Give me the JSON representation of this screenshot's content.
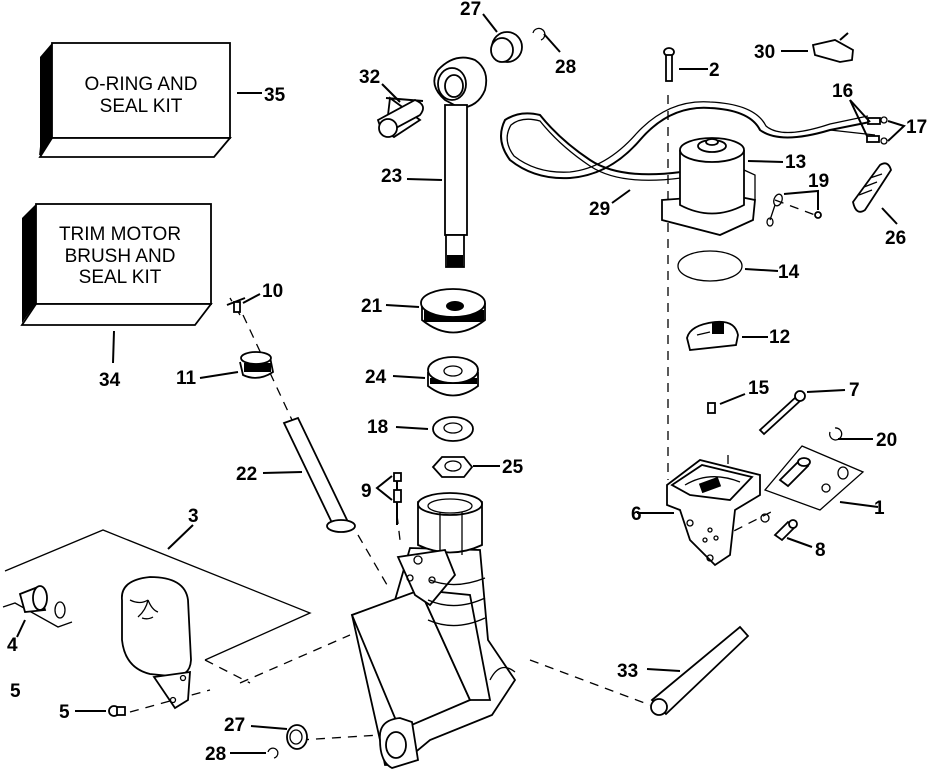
{
  "diagram": {
    "title": "Power Trim/Tilt Exploded Parts View",
    "kits": [
      {
        "ref": "35",
        "lines": [
          "O-RING AND",
          "SEAL KIT"
        ]
      },
      {
        "ref": "34",
        "lines": [
          "TRIM MOTOR",
          "BRUSH AND",
          "SEAL KIT"
        ]
      }
    ],
    "callouts": {
      "c1": "1",
      "c2": "2",
      "c3": "3",
      "c4": "4",
      "c5a": "5",
      "c5b": "5",
      "c6": "6",
      "c7": "7",
      "c8": "8",
      "c9": "9",
      "c10": "10",
      "c11": "11",
      "c12": "12",
      "c13": "13",
      "c14": "14",
      "c15": "15",
      "c16": "16",
      "c17": "17",
      "c18": "18",
      "c19": "19",
      "c20": "20",
      "c21": "21",
      "c22": "22",
      "c23": "23",
      "c24": "24",
      "c25": "25",
      "c26": "26",
      "c27a": "27",
      "c27b": "27",
      "c28a": "28",
      "c28b": "28",
      "c29": "29",
      "c30": "30",
      "c32": "32",
      "c33": "33",
      "c34": "34",
      "c35": "35"
    },
    "parts": [
      {
        "ref": "1",
        "name": "Gasket / plate"
      },
      {
        "ref": "2",
        "name": "Screw"
      },
      {
        "ref": "3",
        "name": "Reservoir plate"
      },
      {
        "ref": "4",
        "name": "Fitting"
      },
      {
        "ref": "5",
        "name": "Screw"
      },
      {
        "ref": "6",
        "name": "Pump body"
      },
      {
        "ref": "7",
        "name": "Bolt"
      },
      {
        "ref": "8",
        "name": "Screw"
      },
      {
        "ref": "9",
        "name": "Valve"
      },
      {
        "ref": "10",
        "name": "Screw"
      },
      {
        "ref": "11",
        "name": "Plug"
      },
      {
        "ref": "12",
        "name": "Coupler"
      },
      {
        "ref": "13",
        "name": "Trim motor"
      },
      {
        "ref": "14",
        "name": "O-ring"
      },
      {
        "ref": "15",
        "name": "Plug"
      },
      {
        "ref": "16",
        "name": "Terminal"
      },
      {
        "ref": "17",
        "name": "Terminal"
      },
      {
        "ref": "18",
        "name": "Washer"
      },
      {
        "ref": "19",
        "name": "Clip and screw"
      },
      {
        "ref": "20",
        "name": "O-ring"
      },
      {
        "ref": "21",
        "name": "Cylinder cap"
      },
      {
        "ref": "22",
        "name": "Tube"
      },
      {
        "ref": "23",
        "name": "Piston rod"
      },
      {
        "ref": "24",
        "name": "Piston"
      },
      {
        "ref": "25",
        "name": "Nut"
      },
      {
        "ref": "26",
        "name": "Sleeve"
      },
      {
        "ref": "27",
        "name": "Bushing"
      },
      {
        "ref": "28",
        "name": "Retaining ring"
      },
      {
        "ref": "29",
        "name": "Wire harness"
      },
      {
        "ref": "30",
        "name": "Connector"
      },
      {
        "ref": "32",
        "name": "Pin"
      },
      {
        "ref": "33",
        "name": "Pivot pin"
      },
      {
        "ref": "34",
        "name": "Trim motor brush and seal kit"
      },
      {
        "ref": "35",
        "name": "O-ring and seal kit"
      }
    ]
  }
}
